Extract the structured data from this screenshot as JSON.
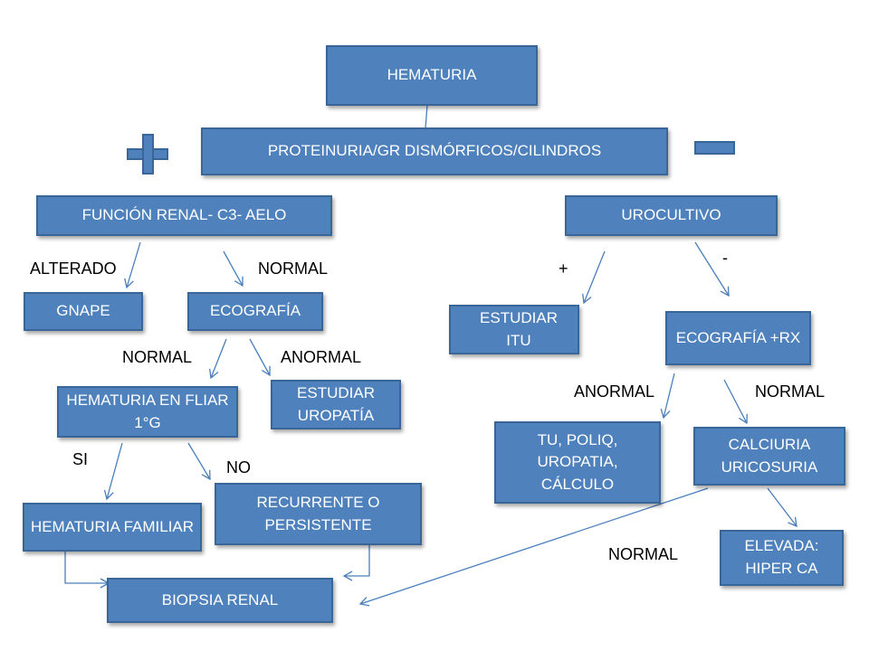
{
  "colors": {
    "box_fill": "#4f81bd",
    "box_border": "#3a6597",
    "text": "#ffffff",
    "arrow": "#4a7ebb"
  },
  "icons": {
    "plus": "plus-icon",
    "minus": "minus-icon"
  },
  "nodes": {
    "hematuria": "HEMATURIA",
    "proteinuria": "PROTEINURIA/GR DISMÓRFICOS/CILINDROS",
    "funcion_renal": "FUNCIÓN RENAL- C3- AELO",
    "urocultivo": "UROCULTIVO",
    "gnape": "GNAPE",
    "ecografia": "ECOGRAFÍA",
    "estudiar_itu": "ESTUDIAR ITU",
    "ecografia_rx": "ECOGRAFÍA +RX",
    "hematuria_fliar": "HEMATURIA EN FLIAR 1°G",
    "estudiar_uropatia": "ESTUDIAR UROPATÍA",
    "tu_poliq": "TU, POLIQ, UROPATIA, CÁLCULO",
    "calciuria": "CALCIURIA URICOSURIA",
    "hematuria_familiar": "HEMATURIA FAMILIAR",
    "recurrente": "RECURRENTE O PERSISTENTE",
    "elevada": "ELEVADA: HIPER CA",
    "biopsia": "BIOPSIA RENAL"
  },
  "labels": {
    "alterado": "ALTERADO",
    "normal_1": "NORMAL",
    "plus": "+",
    "minus": "-",
    "normal_2": "NORMAL",
    "anormal_1": "ANORMAL",
    "anormal_2": "ANORMAL",
    "normal_3": "NORMAL",
    "si": "SI",
    "no": "NO",
    "normal_4": "NORMAL"
  }
}
